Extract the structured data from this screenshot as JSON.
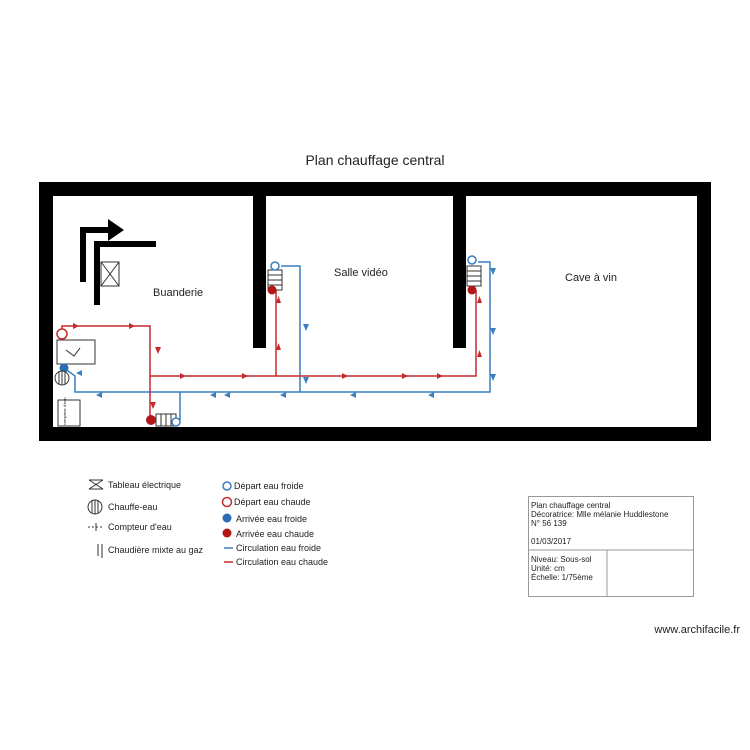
{
  "title": "Plan chauffage central",
  "rooms": {
    "laundry": "Buanderie",
    "video": "Salle vidéo",
    "cellar": "Cave à vin"
  },
  "meter_label": "compteur d'eau",
  "legend": [
    {
      "icon": "electrical-panel-icon",
      "label": "Tableau électrique"
    },
    {
      "icon": "water-heater-icon",
      "label": "Chauffe-eau"
    },
    {
      "icon": "water-meter-icon",
      "label": "Compteur d'eau"
    },
    {
      "icon": "gas-boiler-icon",
      "label": "Chaudière mixte au gaz"
    },
    {
      "icon": "cold-outlet-icon",
      "label": "Départ eau froide"
    },
    {
      "icon": "hot-outlet-icon",
      "label": "Départ eau chaude"
    },
    {
      "icon": "cold-inlet-icon",
      "label": "Arrivée eau froide"
    },
    {
      "icon": "hot-inlet-icon",
      "label": "Arrivée eau chaude"
    },
    {
      "icon": "cold-line-icon",
      "label": "Circulation eau froide"
    },
    {
      "icon": "hot-line-icon",
      "label": "Circulation eau chaude"
    }
  ],
  "info": {
    "title": "Plan chauffage central",
    "designer": "Décoratrice: Mlle mélanie Huddlestone",
    "number": "N° 56 139",
    "date": "01/03/2017",
    "level": "Niveau: Sous-sol",
    "unit": "Unité: cm",
    "scale": "Échelle: 1/75ème"
  },
  "website": "www.archifacile.fr",
  "colors": {
    "wall": "#000000",
    "hot": "#c62a2a",
    "cold": "#3a7fc1",
    "hot_fill": "#b01818",
    "cold_fill": "#2a6db5"
  }
}
